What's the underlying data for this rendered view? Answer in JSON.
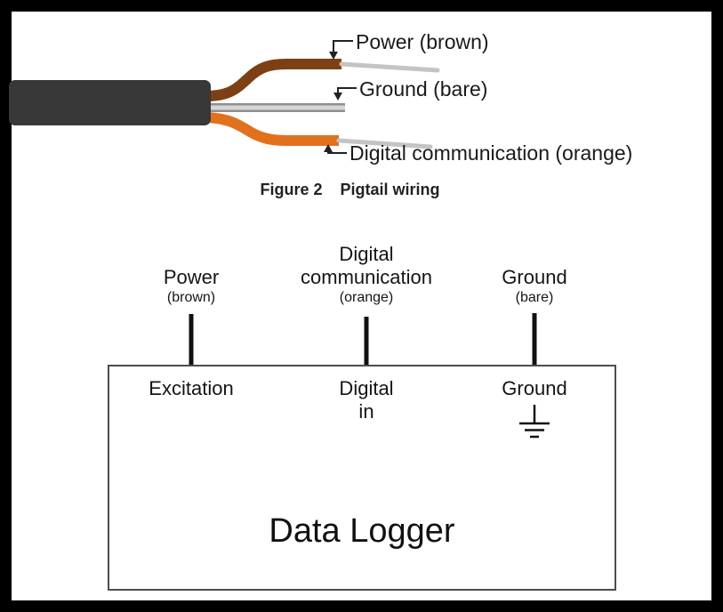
{
  "figure": {
    "caption_label": "Figure 2",
    "caption_title": "Pigtail wiring"
  },
  "pigtail": {
    "power_label": "Power (brown)",
    "ground_label": "Ground (bare)",
    "digital_label": "Digital communication (orange)"
  },
  "diagram": {
    "columns": [
      {
        "label_lines": [
          "Power"
        ],
        "color": "(brown)",
        "terminal_lines": [
          "Excitation"
        ]
      },
      {
        "label_lines": [
          "Digital",
          "communication"
        ],
        "color": "(orange)",
        "terminal_lines": [
          "Digital",
          "in"
        ]
      },
      {
        "label_lines": [
          "Ground"
        ],
        "color": "(bare)",
        "terminal_lines": [
          "Ground"
        ]
      }
    ],
    "device_label": "Data Logger"
  },
  "colors": {
    "cable_jacket": "#383838",
    "wire_brown": "#7d3f14",
    "wire_orange": "#e2711d",
    "wire_bare": "#c4c4c4",
    "wire_bare_core": "#d6d6d6",
    "line_black": "#111111"
  }
}
